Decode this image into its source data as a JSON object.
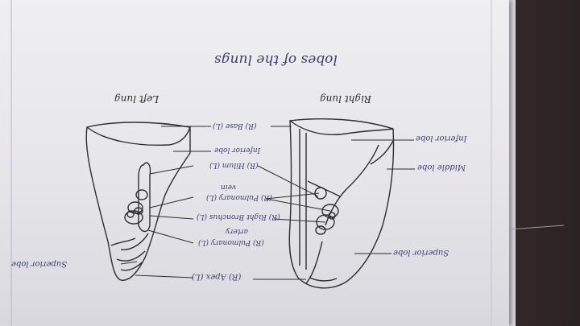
{
  "title": "lobes of the lungs",
  "left_heading": "Left lung",
  "right_heading": "Right lung",
  "labels": {
    "superior_lobe_left": "Superior lobe",
    "apex": "(R) Apex (L)",
    "pulmonary_artery_1": "(R) Pulmonary (L)",
    "pulmonary_artery_2": "artery",
    "right_bronchus": "(R) Right Bronchus (L)",
    "pulmonary_vein_1": "(R) Pulmonary (L)",
    "pulmonary_vein_2": "vein",
    "hilum": "(R) Hilum (L)",
    "inferior_lobe_center": "Inferior lobe",
    "base": "(R) Base (L)",
    "inferior_lobe_right": "Inferior lobe",
    "middle_lobe": "Middle lobe",
    "superior_lobe_right": "Superior lobe"
  },
  "colors": {
    "ink_blue": "#3b3f6e",
    "pencil": "#2a2a2a",
    "paper": "#e9e8ed",
    "background": "#4b3335"
  }
}
